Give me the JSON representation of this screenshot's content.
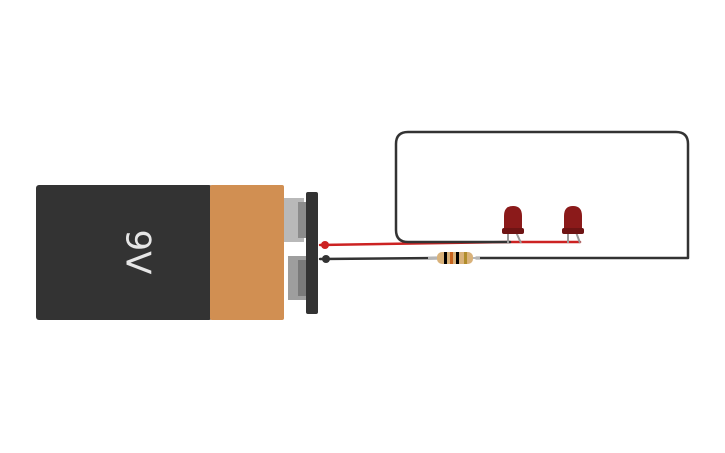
{
  "battery": {
    "label": "9V",
    "body_color": "#333333",
    "cap_color": "#d18f52",
    "terminal_color": "#9e9e9e"
  },
  "wires": {
    "positive_color": "#cc2222",
    "negative_color": "#333333"
  },
  "components": {
    "leds": [
      {
        "name": "led-1",
        "color": "#8b1a1a"
      },
      {
        "name": "led-2",
        "color": "#8b1a1a"
      }
    ],
    "resistor": {
      "body_color": "#d9b27a",
      "bands": [
        "#000000",
        "#c8641e",
        "#000000",
        "#b08d2c"
      ]
    }
  }
}
